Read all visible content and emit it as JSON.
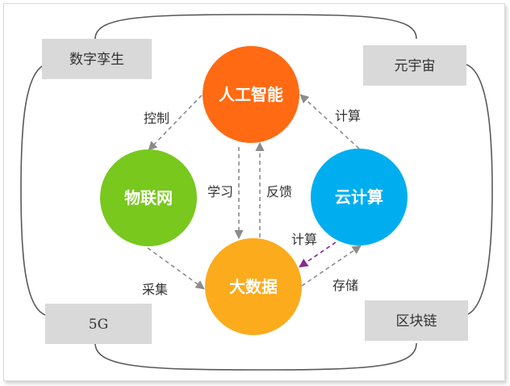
{
  "colors": {
    "ai": "#ff6a13",
    "iot": "#78c81e",
    "cloud": "#00aef0",
    "bigdata": "#fbab1c",
    "box_fill": "#d9d9d9",
    "arrow_gray": "#8c8c8c",
    "arrow_purple": "#8b2a8e",
    "outline": "#595959"
  },
  "corner_boxes": {
    "top_left": "数字孪生",
    "top_right": "元宇宙",
    "bottom_left": "5G",
    "bottom_right": "区块链"
  },
  "nodes": {
    "ai": "人工智能",
    "iot": "物联网",
    "cloud": "云计算",
    "bigdata": "大数据"
  },
  "edges": {
    "ai_to_iot": "控制",
    "cloud_to_ai": "计算",
    "ai_to_bigdata": "学习",
    "bigdata_to_ai": "反馈",
    "cloud_to_bigdata": "计算",
    "iot_to_bigdata": "采集",
    "bigdata_to_cloud": "存储"
  }
}
